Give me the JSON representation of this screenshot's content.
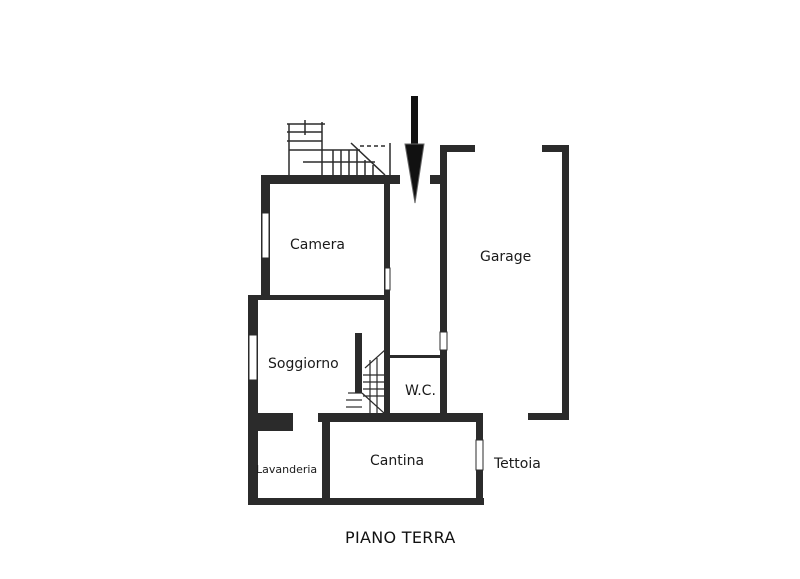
{
  "plan": {
    "title": "PIANO TERRA",
    "rooms": [
      {
        "id": "camera",
        "label": "Camera"
      },
      {
        "id": "garage",
        "label": "Garage"
      },
      {
        "id": "soggiorno",
        "label": "Soggiorno"
      },
      {
        "id": "wc",
        "label": "W.C."
      },
      {
        "id": "cantina",
        "label": "Cantina"
      },
      {
        "id": "lavanderia",
        "label": "Lavanderia"
      },
      {
        "id": "tettoia",
        "label": "Tettoia"
      }
    ],
    "entrance_arrow": "arrow-down-icon",
    "colors": {
      "wall": "#2b2b2b",
      "background": "#ffffff",
      "text": "#1a1a1a"
    }
  }
}
